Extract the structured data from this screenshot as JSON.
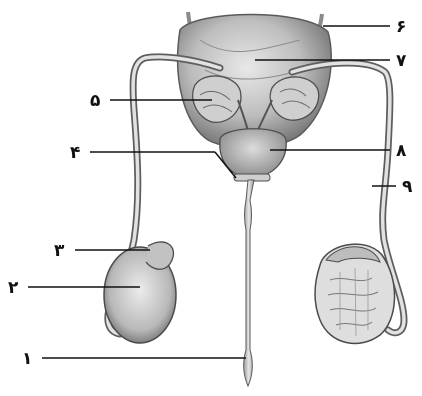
{
  "diagram": {
    "labels": [
      {
        "id": "1",
        "text": "۱"
      },
      {
        "id": "2",
        "text": "۲"
      },
      {
        "id": "3",
        "text": "۳"
      },
      {
        "id": "4",
        "text": "۴"
      },
      {
        "id": "5",
        "text": "۵"
      },
      {
        "id": "6",
        "text": "۶"
      },
      {
        "id": "7",
        "text": "۷"
      },
      {
        "id": "8",
        "text": "۸"
      },
      {
        "id": "9",
        "text": "۹"
      }
    ]
  }
}
